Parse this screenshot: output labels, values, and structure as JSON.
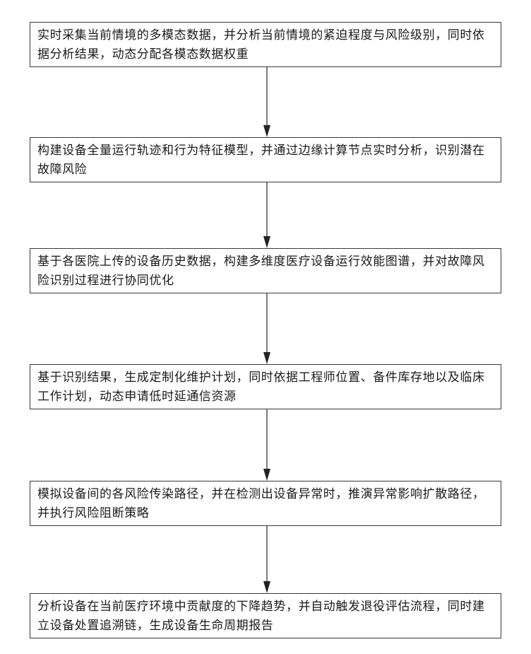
{
  "steps": [
    {
      "text": "实时采集当前情境的多模态数据，并分析当前情境的紧迫程度与风险级别，同时依据分析结果，动态分配各模态数据权重"
    },
    {
      "text": "构建设备全量运行轨迹和行为特征模型，并通过边缘计算节点实时分析，识别潜在故障风险"
    },
    {
      "text": "基于各医院上传的设备历史数据，构建多维度医疗设备运行效能图谱，并对故障风险识别过程进行协同优化"
    },
    {
      "text": "基于识别结果，生成定制化维护计划，同时依据工程师位置、备件库存地以及临床工作计划，动态申请低时延通信资源"
    },
    {
      "text": "模拟设备间的各风险传染路径，并在检测出设备异常时，推演异常影响扩散路径，并执行风险阻断策略"
    },
    {
      "text": "分析设备在当前医疗环境中贡献度的下降趋势，并自动触发退役评估流程，同时建立设备处置追溯链，生成设备生命周期报告"
    }
  ],
  "colors": {
    "border": "#3a3a3a",
    "arrow": "#222222",
    "text": "#1a1a1a",
    "background": "#ffffff"
  }
}
